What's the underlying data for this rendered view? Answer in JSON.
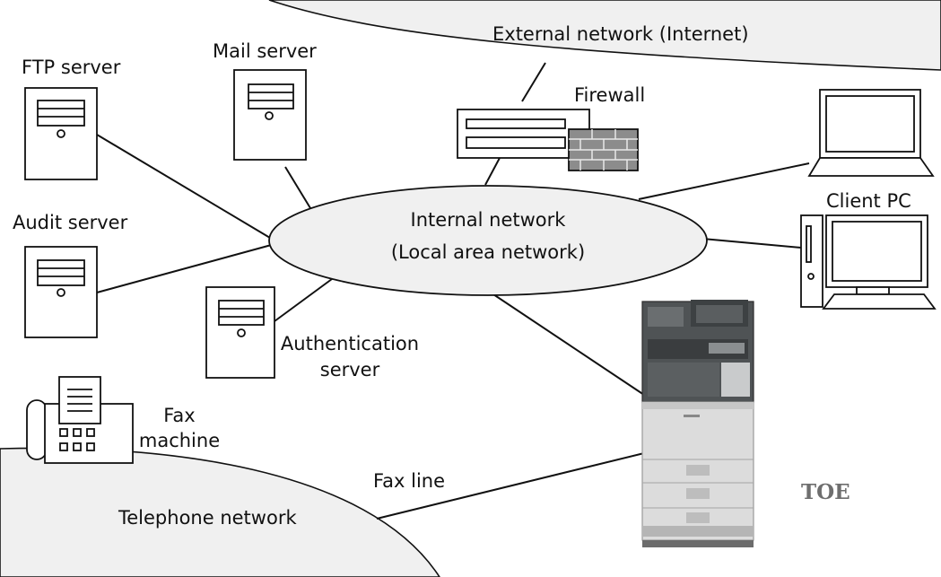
{
  "labels": {
    "external_network": "External network (Internet)",
    "firewall": "Firewall",
    "ftp_server": "FTP server",
    "mail_server": "Mail server",
    "audit_server": "Audit server",
    "internal_network_line1": "Internal network",
    "internal_network_line2": "(Local area network)",
    "client_pc": "Client PC",
    "authentication_server_line1": "Authentication",
    "authentication_server_line2": "server",
    "fax_machine_line1": "Fax",
    "fax_machine_line2": "machine",
    "fax_line": "Fax line",
    "telephone_network": "Telephone network",
    "toe": "TOE"
  },
  "colors": {
    "stroke": "#111111",
    "network_fill": "#f0f0f0",
    "firewall_brick": "#8c8c8c",
    "toe_text": "#6e6e6e"
  }
}
